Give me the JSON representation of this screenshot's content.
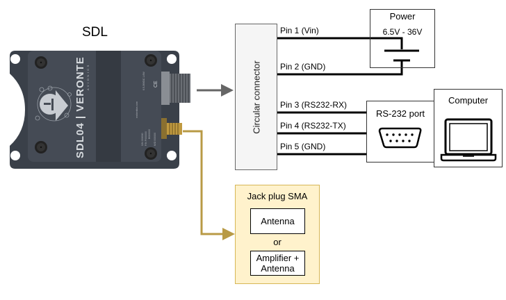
{
  "device": {
    "title": "SDL",
    "brand": "SDL04 | VERONTE",
    "brand_sub": "AVIONICS",
    "specs": "6.5-36VDC 1-6W",
    "website": "embention.com",
    "serial_labels": [
      "S/N 000000",
      "P/N P000000",
      "B000000",
      "M/D 000000"
    ]
  },
  "circular_connector": {
    "label": "Circular connector"
  },
  "pins": [
    {
      "label": "Pin 1 (Vin)"
    },
    {
      "label": "Pin 2  (GND)"
    },
    {
      "label": "Pin 3 (RS232-RX)"
    },
    {
      "label": "Pin 4 (RS232-TX)"
    },
    {
      "label": "Pin 5 (GND)"
    }
  ],
  "power": {
    "title": "Power",
    "voltage": "6.5V - 36V",
    "icon": "battery-icon"
  },
  "rs232": {
    "title": "RS-232 port",
    "icon": "db9-connector-icon"
  },
  "computer": {
    "title": "Computer",
    "icon": "laptop-icon"
  },
  "sma": {
    "title": "Jack plug SMA",
    "option_1": "Antenna",
    "or": "or",
    "option_2_line1": "Amplifier +",
    "option_2_line2": "Antenna"
  },
  "colors": {
    "device_body": "#3e444d",
    "arrow_gray": "#666666",
    "antenna_line": "#b89a45",
    "sma_fill": "#fff2cc",
    "sma_stroke": "#d6b656",
    "connector_fill": "#f5f5f5"
  }
}
